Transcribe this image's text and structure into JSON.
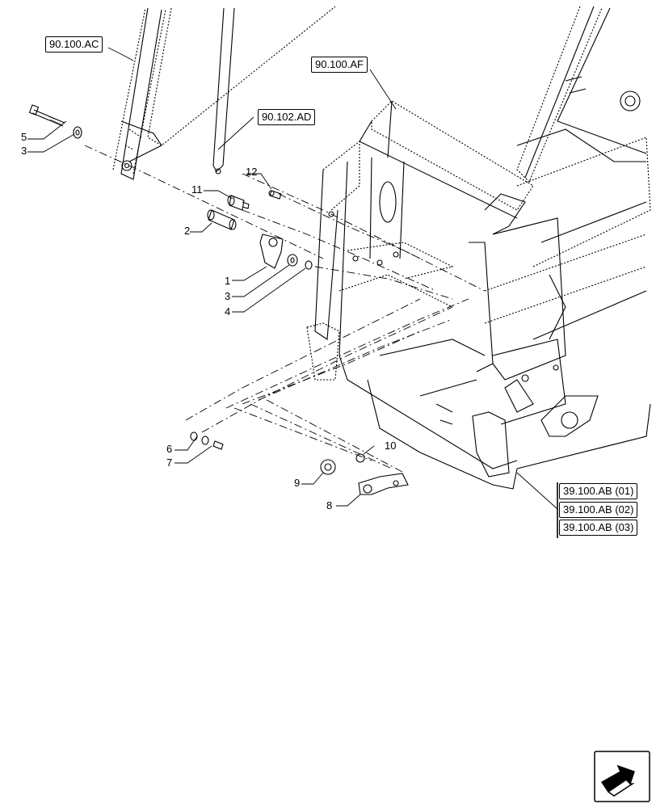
{
  "references": {
    "ref_90_100_ac": "90.100.AC",
    "ref_90_100_af": "90.100.AF",
    "ref_90_102_ad": "90.102.AD",
    "ref_39_100_ab_01": "39.100.AB (01)",
    "ref_39_100_ab_02": "39.100.AB (02)",
    "ref_39_100_ab_03": "39.100.AB (03)"
  },
  "callouts": {
    "c1": "1",
    "c2": "2",
    "c3a": "3",
    "c3b": "3",
    "c4": "4",
    "c5": "5",
    "c6": "6",
    "c7": "7",
    "c8": "8",
    "c9": "9",
    "c10": "10",
    "c11": "11",
    "c12": "12"
  },
  "icons": {
    "nav": "next-page-arrow-icon"
  }
}
